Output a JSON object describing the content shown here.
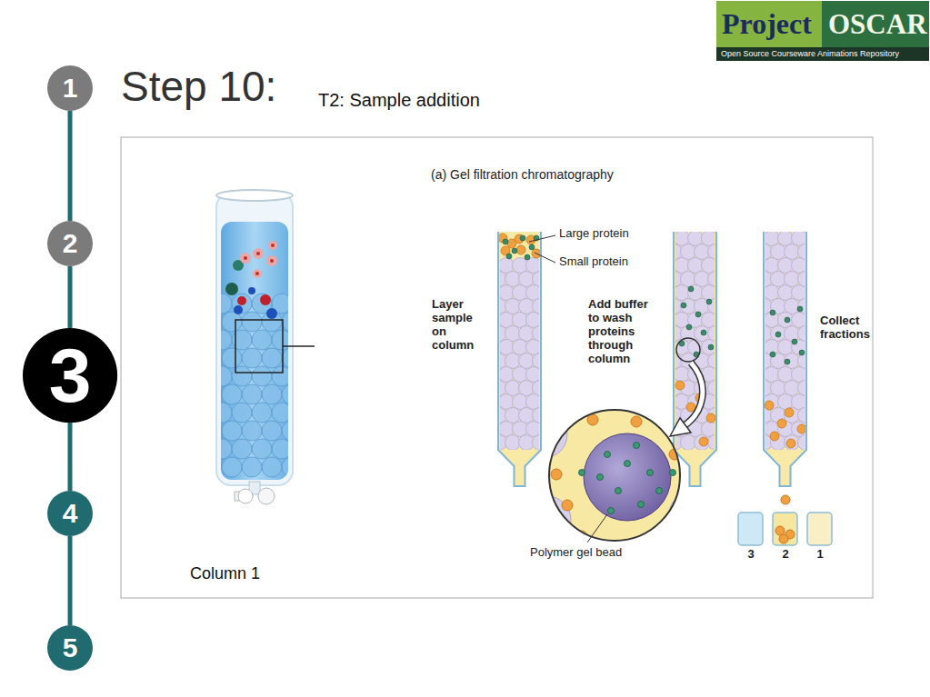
{
  "diagram": {
    "title": "Step 10:",
    "nodes": [
      {
        "text": [
          "1"
        ]
      },
      {
        "text": [
          "2"
        ]
      },
      {
        "text": [
          "3"
        ]
      },
      {
        "text": [
          "4"
        ]
      },
      {
        "text": [
          "5"
        ]
      }
    ],
    "edges": [
      {
        "from": 0,
        "to": 1,
        "arrow": "none"
      },
      {
        "from": 1,
        "to": 2,
        "arrow": "none"
      },
      {
        "from": 2,
        "to": 3,
        "arrow": "none"
      },
      {
        "from": 3,
        "to": 4,
        "arrow": "none"
      }
    ],
    "labels": [
      "T2: Sample addition",
      "Project",
      "OSCAR",
      "Open Source Courseware Animations Repository",
      "(a) Gel filtration chromatography",
      "Large protein",
      "Small protein",
      "Layer sample on column",
      "Add buffer to wash proteins through column",
      "Collect fractions",
      "Polymer gel bead",
      "3",
      "2",
      "1",
      "Column 1"
    ]
  }
}
